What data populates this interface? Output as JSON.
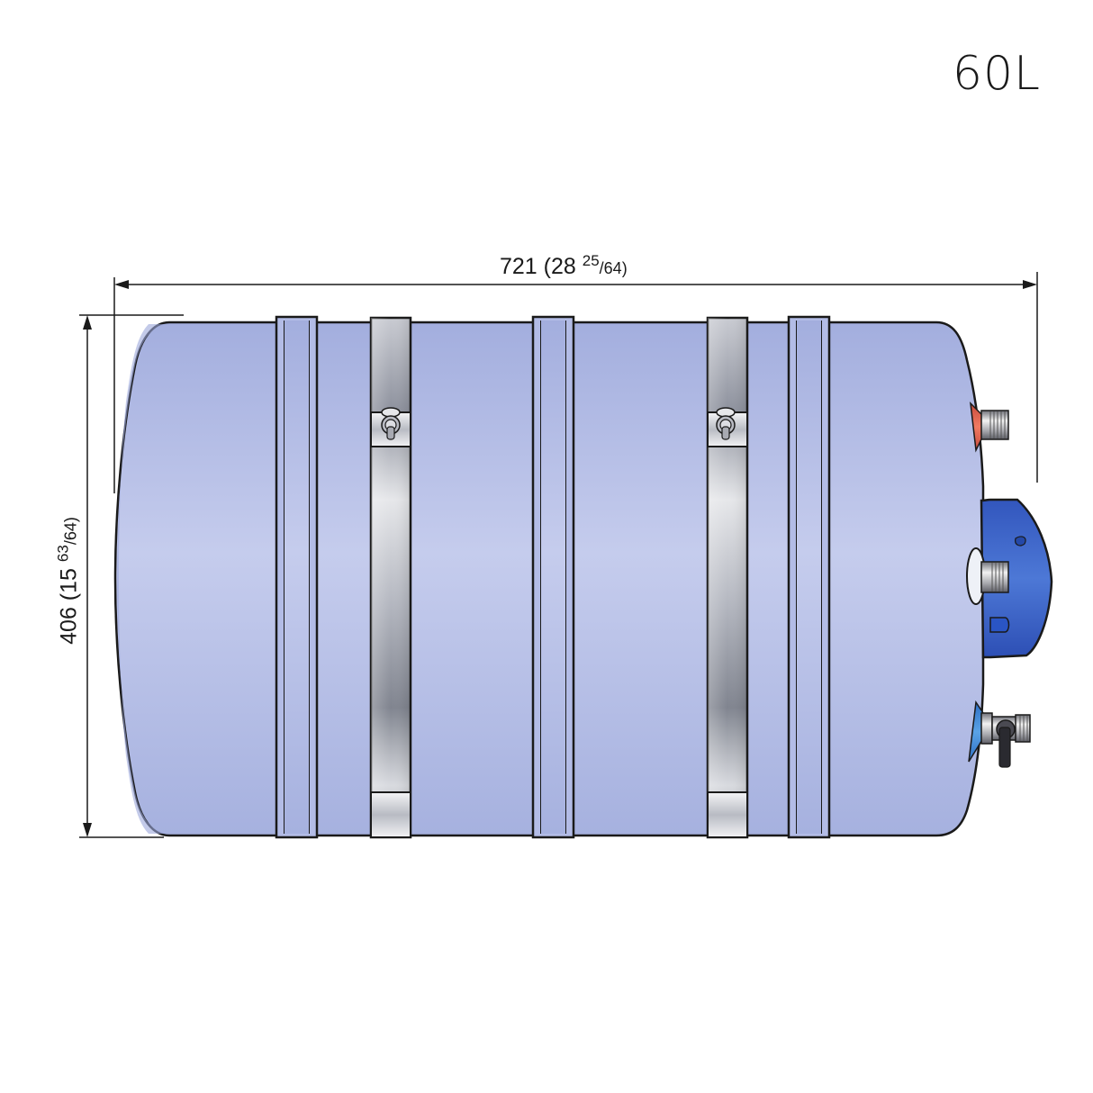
{
  "title": "60L",
  "product": {
    "capacity_label": "60L",
    "description": "Horizontal cylindrical water heater with mounting straps, dimension drawing"
  },
  "dimensions": {
    "width": {
      "mm": "721",
      "inch_whole": "28",
      "inch_frac_num": "25",
      "inch_frac_den": "/64)",
      "prefix": "721 (28 ",
      "full_text": "721 (28 25/64)"
    },
    "height": {
      "mm": "406",
      "inch_whole": "15",
      "inch_frac_num": "63",
      "inch_frac_den": "/64)",
      "prefix": "406 (15 ",
      "full_text": "406 (15 63/64)"
    }
  },
  "components": [
    {
      "name": "tank-body",
      "color": "#a9b4e0"
    },
    {
      "name": "mounting-strap-left"
    },
    {
      "name": "mounting-strap-right"
    },
    {
      "name": "hot-water-outlet",
      "color": "#e8624e"
    },
    {
      "name": "heating-element-cover",
      "color": "#3a63c8"
    },
    {
      "name": "cold-water-inlet-valve",
      "color": "#3b86d6"
    }
  ],
  "colors": {
    "tank": "#a9b4e0",
    "tank_light": "#c6cdee",
    "outline": "#1a1a1a",
    "strap_light": "#e4e6ea",
    "strap_dark": "#8a8e9a",
    "cover": "#3a63c8",
    "hot": "#e8624e",
    "cold": "#3b86d6"
  }
}
